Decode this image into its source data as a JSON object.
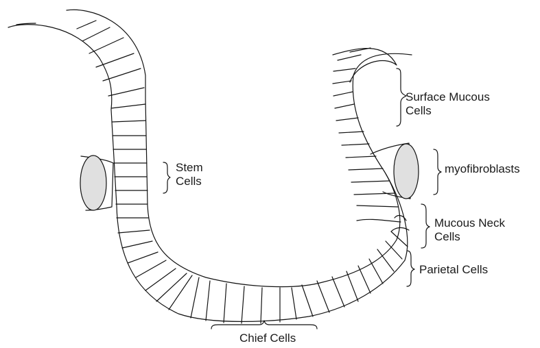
{
  "labels": {
    "surface_mucous": {
      "line1": "Surface Mucous",
      "line2": "Cells"
    },
    "stem": {
      "line1": "Stem",
      "line2": "Cells"
    },
    "myofibroblasts": {
      "line1": "myofibroblasts"
    },
    "mucous_neck": {
      "line1": "Mucous Neck",
      "line2": "Cells"
    },
    "parietal": {
      "line1": "Parietal Cells"
    },
    "chief": {
      "line1": "Chief Cells"
    }
  },
  "colors": {
    "stroke": "#111111",
    "myofibroblast_fill": "#e0e0e0"
  }
}
